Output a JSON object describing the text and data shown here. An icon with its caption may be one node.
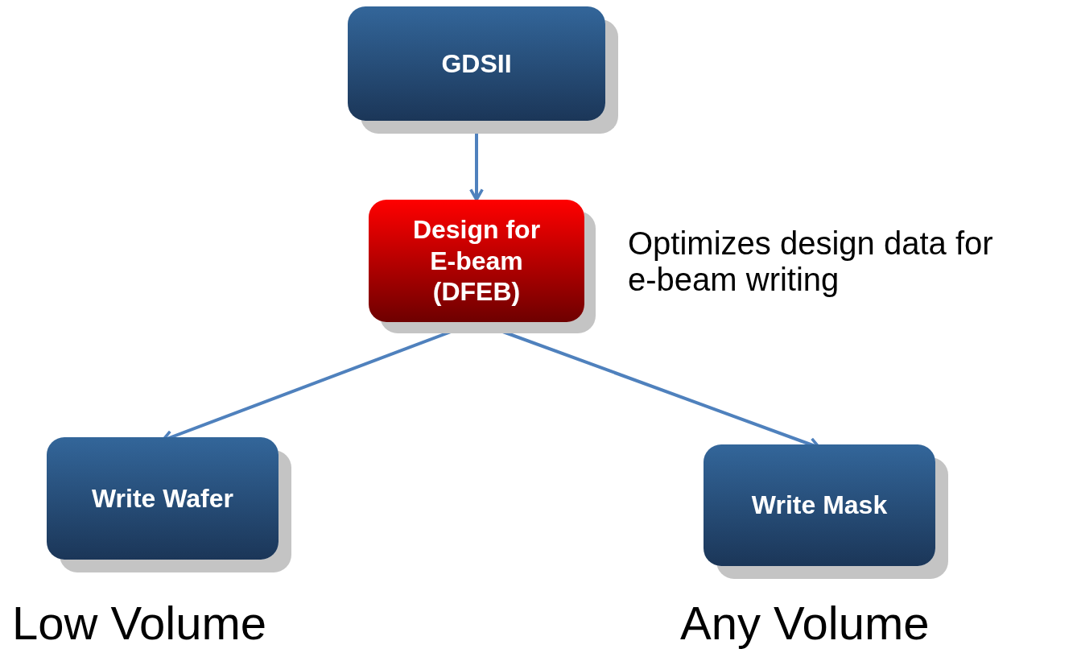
{
  "diagram": {
    "nodes": [
      {
        "text": [
          "GDSII"
        ]
      },
      {
        "text": [
          "Design for E-beam (DFEB)"
        ],
        "beside": [
          "Optimizes design data for e-beam writing"
        ]
      },
      {
        "text": [
          "Write Wafer"
        ],
        "beside": [
          "Low Volume"
        ]
      },
      {
        "text": [
          "Write Mask"
        ],
        "beside": [
          "Any Volume"
        ]
      }
    ],
    "edges": [
      {
        "from": 0,
        "to": 1,
        "arrow": "to"
      },
      {
        "from": 1,
        "to": 2,
        "arrow": "to"
      },
      {
        "from": 1,
        "to": 3,
        "arrow": "to"
      }
    ]
  }
}
